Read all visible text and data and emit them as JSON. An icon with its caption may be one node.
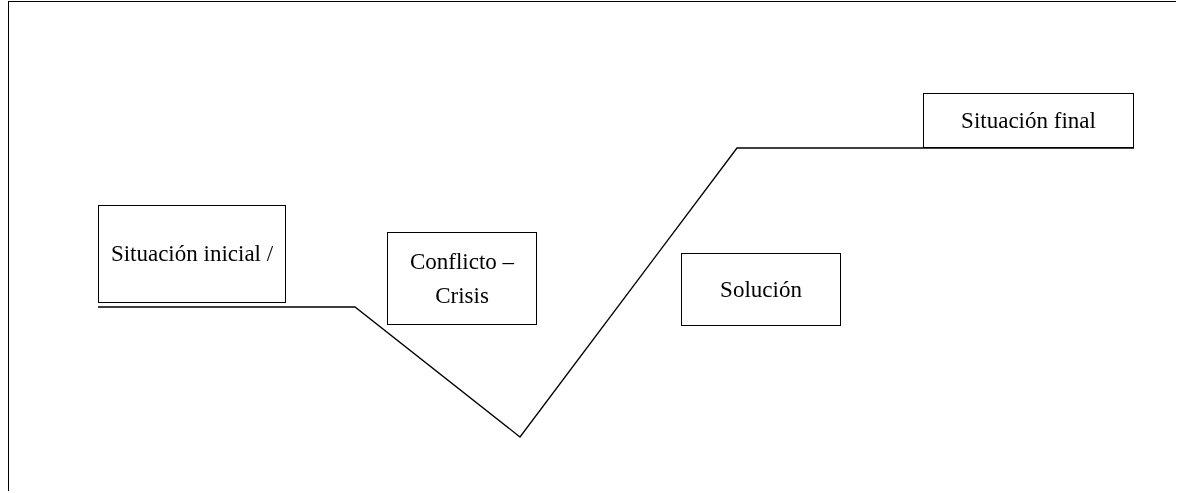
{
  "diagram": {
    "nodes": [
      {
        "text": [
          "Situación inicial /"
        ]
      },
      {
        "text": [
          "Conflicto – Crisis"
        ]
      },
      {
        "text": [
          "Solución"
        ]
      },
      {
        "text": [
          "Situación final"
        ]
      }
    ],
    "edges": [
      {
        "from": 0,
        "to": 3,
        "arrow": "none"
      }
    ]
  }
}
